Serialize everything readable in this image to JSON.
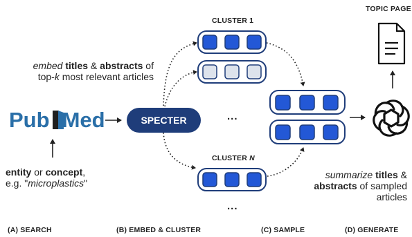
{
  "top_labels": {
    "topic_page": "TOPIC PAGE",
    "cluster_1": "CLUSTER 1",
    "cluster_n_prefix": "CLUSTER ",
    "cluster_n_var": "N"
  },
  "embed_text": {
    "w1": "embed",
    "w2": " titles ",
    "w3": "& ",
    "w4": "abstracts",
    "w5": " of",
    "line2_a": "top-",
    "line2_k": "k",
    "line2_b": " most relevant articles"
  },
  "pubmed_logo": {
    "part1": "Pub",
    "part2": "Med"
  },
  "entity_text": {
    "w1": "entity",
    "w2": " or ",
    "w3": "concept",
    "w4": ",",
    "line2_a": "e.g. \"",
    "line2_i": "microplastics",
    "line2_b": "\""
  },
  "specter_label": "SPECTER",
  "ellipsis": "...",
  "summarize_text": {
    "w1": "summarize",
    "w2": " titles",
    "w3": " &",
    "line2_a": "abstracts",
    "line2_b": " of sampled",
    "line3": "articles"
  },
  "stages": {
    "a": "(A) SEARCH",
    "b": "(B) EMBED & CLUSTER",
    "c": "(C) SAMPLE",
    "d": "(D) GENERATE"
  },
  "colors": {
    "navy": "#1f3d7a",
    "blue_square": "#2358d6",
    "light_square": "#dde3ec",
    "accent_blue": "#2a6fa8"
  },
  "icons": [
    "document-icon",
    "openai-logo-icon",
    "pubmed-logo"
  ]
}
